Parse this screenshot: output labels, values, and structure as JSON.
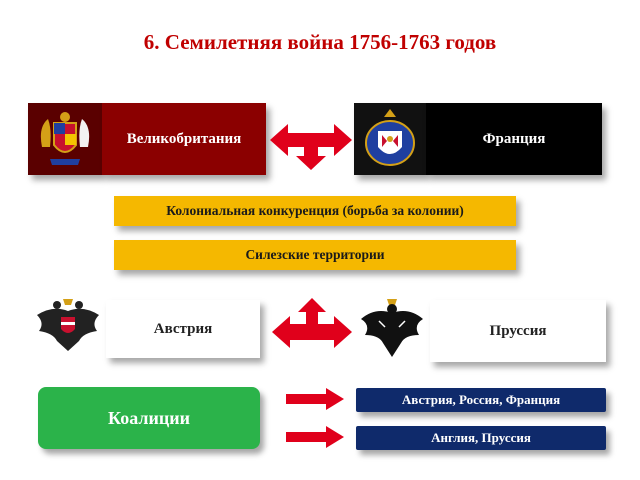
{
  "title": "6. Семилетняя война 1756-1763 годов",
  "countries": {
    "britain": "Великобритания",
    "france": "Франция",
    "austria": "Австрия",
    "prussia": "Пруссия"
  },
  "conflicts": {
    "colonial": "Колониальная конкуренция (борьба за колонии)",
    "silesia": "Силезские территории"
  },
  "coalitions": {
    "label": "Коалиции",
    "first": "Австрия, Россия, Франция",
    "second": "Англия, Пруссия"
  },
  "icons": {
    "britain_emblem": "royal-coat-of-arms-icon",
    "france_emblem": "french-coat-of-arms-icon",
    "austria_emblem": "double-headed-eagle-icon",
    "prussia_emblem": "prussian-eagle-icon",
    "arrow_connectors": "bidirectional-arrow-icon",
    "coalition_arrows": "right-arrow-icon"
  },
  "colors": {
    "title": "#c00000",
    "britain": "#8b0000",
    "france": "#000000",
    "yellow": "#f5b800",
    "green": "#2bb34a",
    "navy": "#0f2a6b",
    "arrow_red": "#e0001b"
  }
}
